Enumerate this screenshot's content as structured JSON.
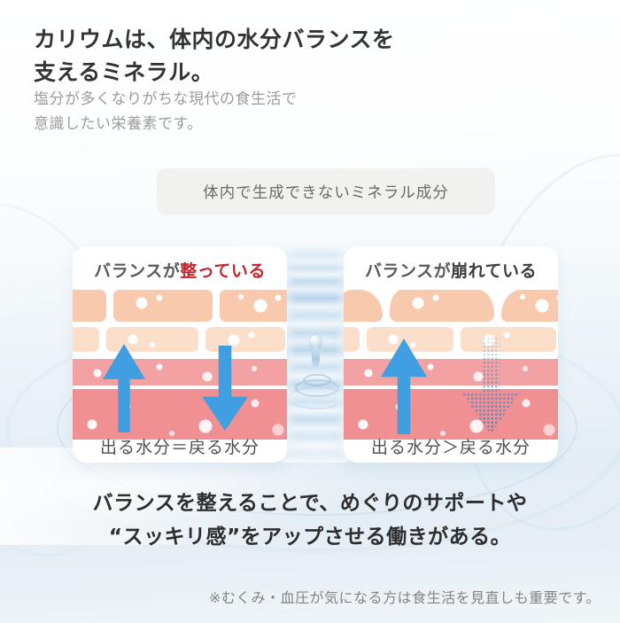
{
  "header": {
    "title_line1": "カリウムは、体内の水分バランスを",
    "title_line2": "支えるミネラル。",
    "subtitle_line1": "塩分が多くなりがちな現代の食生活で",
    "subtitle_line2": "意識したい栄養素です。"
  },
  "badge": {
    "label": "体内で生成できないミネラル成分"
  },
  "panels": {
    "left": {
      "title_prefix": "バランスが",
      "title_highlight": "整っている",
      "caption": "出る水分＝戻る水分"
    },
    "right": {
      "title_prefix": "バランスが",
      "title_highlight": "崩れている",
      "caption": "出る水分＞戻る水分"
    }
  },
  "footer": {
    "message_line1": "バランスを整えることで、めぐりのサポートや",
    "message_line2": "“スッキリ感”をアップさせる働きがある。",
    "note": "※むくみ・血圧が気になる方は食生活を見直しも重要です。"
  },
  "colors": {
    "highlight_red": "#c1272d",
    "highlight_dark": "#3c3c3c",
    "arrow_blue": "#3f9fe0",
    "skin_brick_light": "#f8c9ac",
    "skin_brick_lighter": "#fbdfcb",
    "skin_band_pink": "#f3a2a3",
    "skin_band_deep_pink": "#f09093",
    "badge_bg": "#f1f1ef",
    "background_bottom": "#e3edf4"
  }
}
